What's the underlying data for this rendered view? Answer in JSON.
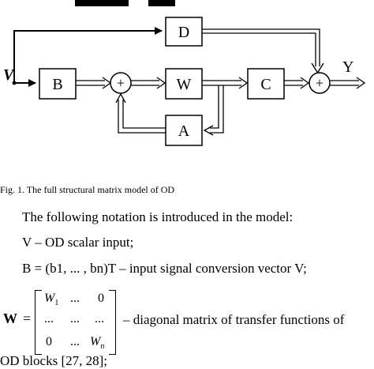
{
  "diagram": {
    "heading_fragment": "...p...",
    "input_label": "V",
    "output_label": "Y",
    "blocks": {
      "B": "B",
      "W": "W",
      "C": "C",
      "A": "A",
      "D": "D"
    },
    "sum_symbol": "+"
  },
  "caption": "Fig. 1.   The full structural matrix model of OD",
  "text": {
    "intro": "The following notation is introduced in the model:",
    "v_def": "V – OD scalar input;",
    "b_def": "B = (b1, ... , bn)T – input signal conversion vector V;",
    "w_label": "W",
    "equals": "=",
    "matrix": {
      "r1c1": "W",
      "r1c1_sub": "1",
      "r1c2": "...",
      "r1c3": "0",
      "r2c1": "...",
      "r2c2": "...",
      "r2c3": "...",
      "r3c1": "0",
      "r3c2": "...",
      "r3c3": "W",
      "r3c3_sub": "n"
    },
    "w_def": "– diagonal matrix of transfer functions of",
    "w_def_cont": "OD blocks [27, 28];"
  }
}
